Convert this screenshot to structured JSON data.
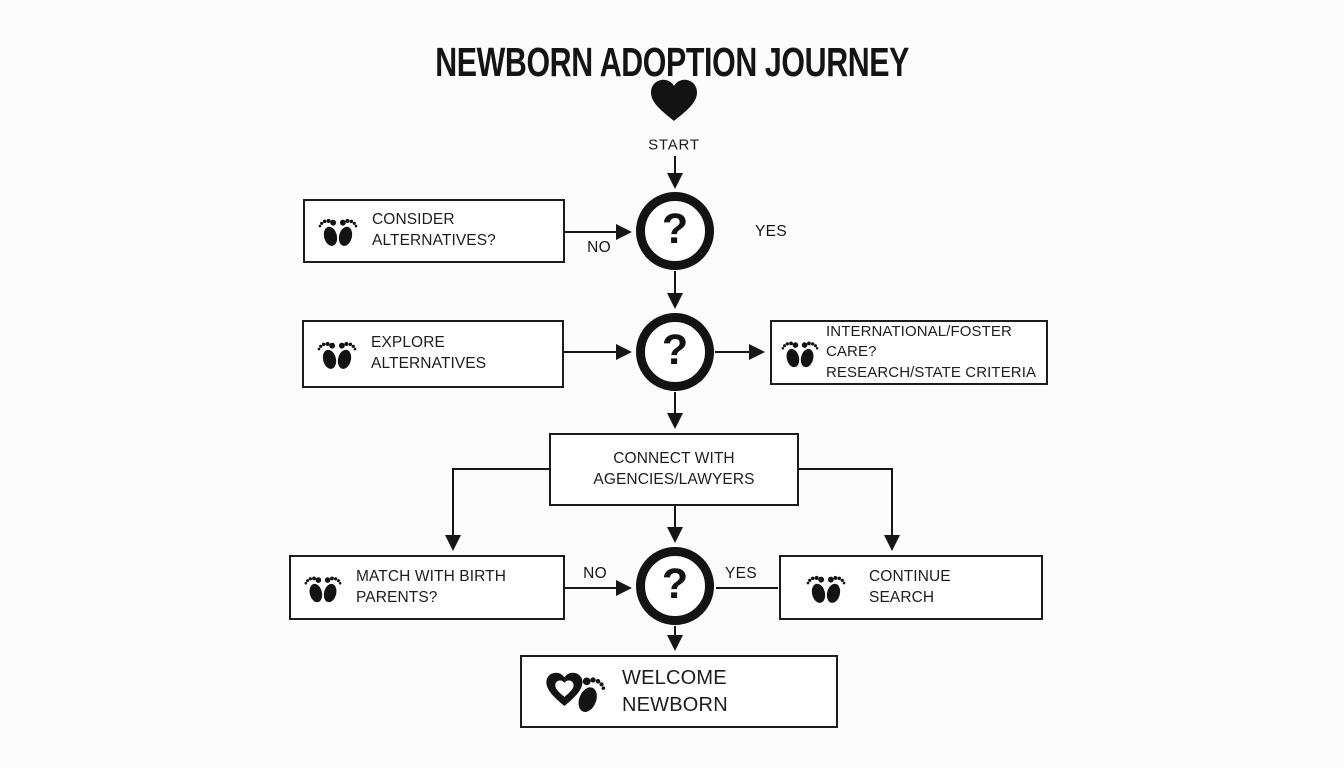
{
  "title": "NEWBORN ADOPTION JOURNEY",
  "start": {
    "label": "START",
    "icon": "heart-icon"
  },
  "decisions": {
    "q1": "?",
    "q2": "?",
    "q3": "?"
  },
  "edge_labels": {
    "d1_no": "NO",
    "d1_yes": "YES",
    "d3_no": "NO",
    "d3_yes": "YES"
  },
  "nodes": {
    "consider": {
      "label": "CONSIDER ALTERNATIVES?",
      "icon": "footprints-icon"
    },
    "explore": {
      "line1": "EXPLORE",
      "line2": "ALTERNATIVES",
      "icon": "footprints-icon"
    },
    "international": {
      "line1": "INTERNATIONAL/FOSTER CARE?",
      "line2": "RESEARCH/STATE CRITERIA",
      "icon": "footprints-icon"
    },
    "connect": {
      "line1": "CONNECT WITH",
      "line2": "AGENCIES/LAWYERS"
    },
    "match": {
      "label": "MATCH WITH BIRTH PARENTS?",
      "icon": "footprints-icon"
    },
    "continue_search": {
      "label": "CONTINUE SEARCH",
      "icon": "footprints-icon"
    },
    "welcome": {
      "label": "WELCOME NEWBORN",
      "icon": "heart-footprint-icon"
    }
  },
  "colors": {
    "ink": "#131313",
    "background": "#fcfcfc",
    "box_fill": "#ffffff"
  }
}
